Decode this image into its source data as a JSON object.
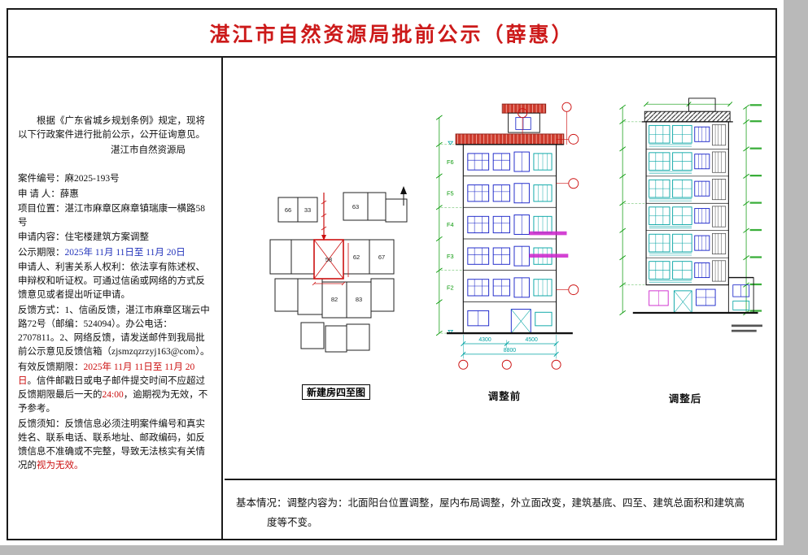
{
  "title": "湛江市自然资源局批前公示（薛惠）",
  "notice": {
    "intro": "根据《广东省城乡规划条例》规定，现将以下行政案件进行批前公示，公开征询意见。",
    "authority": "湛江市自然资源局",
    "fields": [
      {
        "label": "案件编号：",
        "value": "麻2025-193号"
      },
      {
        "label": "申 请 人：",
        "value": "薛惠"
      },
      {
        "label": "项目位置：",
        "value": "湛江市麻章区麻章镇瑞康一横路58号"
      },
      {
        "label": "申请内容：",
        "value": "住宅楼建筑方案调整"
      },
      {
        "label": "公示期限：",
        "value": "2025年 11月 11日至 11月 20日"
      }
    ],
    "rights": "申请人、利害关系人权利：依法享有陈述权、申辩权和听证权。可通过信函或网络的方式反馈意见或者提出听证申请。",
    "feedback": "反馈方式：1、信函反馈，湛江市麻章区瑞云中路72号（邮编：524094）。办公电话：2707811。2、网络反馈，请发送邮件到我局批前公示意见反馈信箱（zjsmzqzrzyj163@com）。",
    "valid_label": "有效反馈期限：",
    "valid_dates": "2025年 11月 11日至 11月 20日",
    "valid_mid": "。信件邮戳日或电子邮件提交时间不应超过反馈期限最后一天的",
    "valid_time": "24:00",
    "valid_tail": "，逾期视为无效，不予参考。",
    "notes_main": "反馈须知：反馈信息必须注明案件编号和真实姓名、联系电话、联系地址、邮政编码，如反馈信息不准确或不完整，导致无法核实有关情况的",
    "notes_tail": "视为无效。"
  },
  "drawings": {
    "site_plan": {
      "label": "新建房四至图",
      "plot_labels": [
        "66",
        "33",
        "63",
        "58",
        "62",
        "67",
        "82",
        "83"
      ]
    },
    "before": {
      "label": "调整前",
      "floor_labels": [
        "F6",
        "F5",
        "F4",
        "F3",
        "F2"
      ],
      "dims": [
        "4300",
        "4500"
      ],
      "total_dim": "8800"
    },
    "after": {
      "label": "调整后"
    }
  },
  "footer": {
    "basic_info": "基本情况：调整内容为：北面阳台位置调整，屋内布局调整，外立面改变，建筑基底、四至、建筑总面积和建筑高度等不变。"
  },
  "colors": {
    "title_red": "#cc1a1a",
    "cad_green": "#0a9a0a",
    "cad_cyan": "#00a3a3",
    "cad_blue": "#1520c8",
    "cad_red": "#cc1111",
    "cad_magenta": "#cc22cc"
  }
}
